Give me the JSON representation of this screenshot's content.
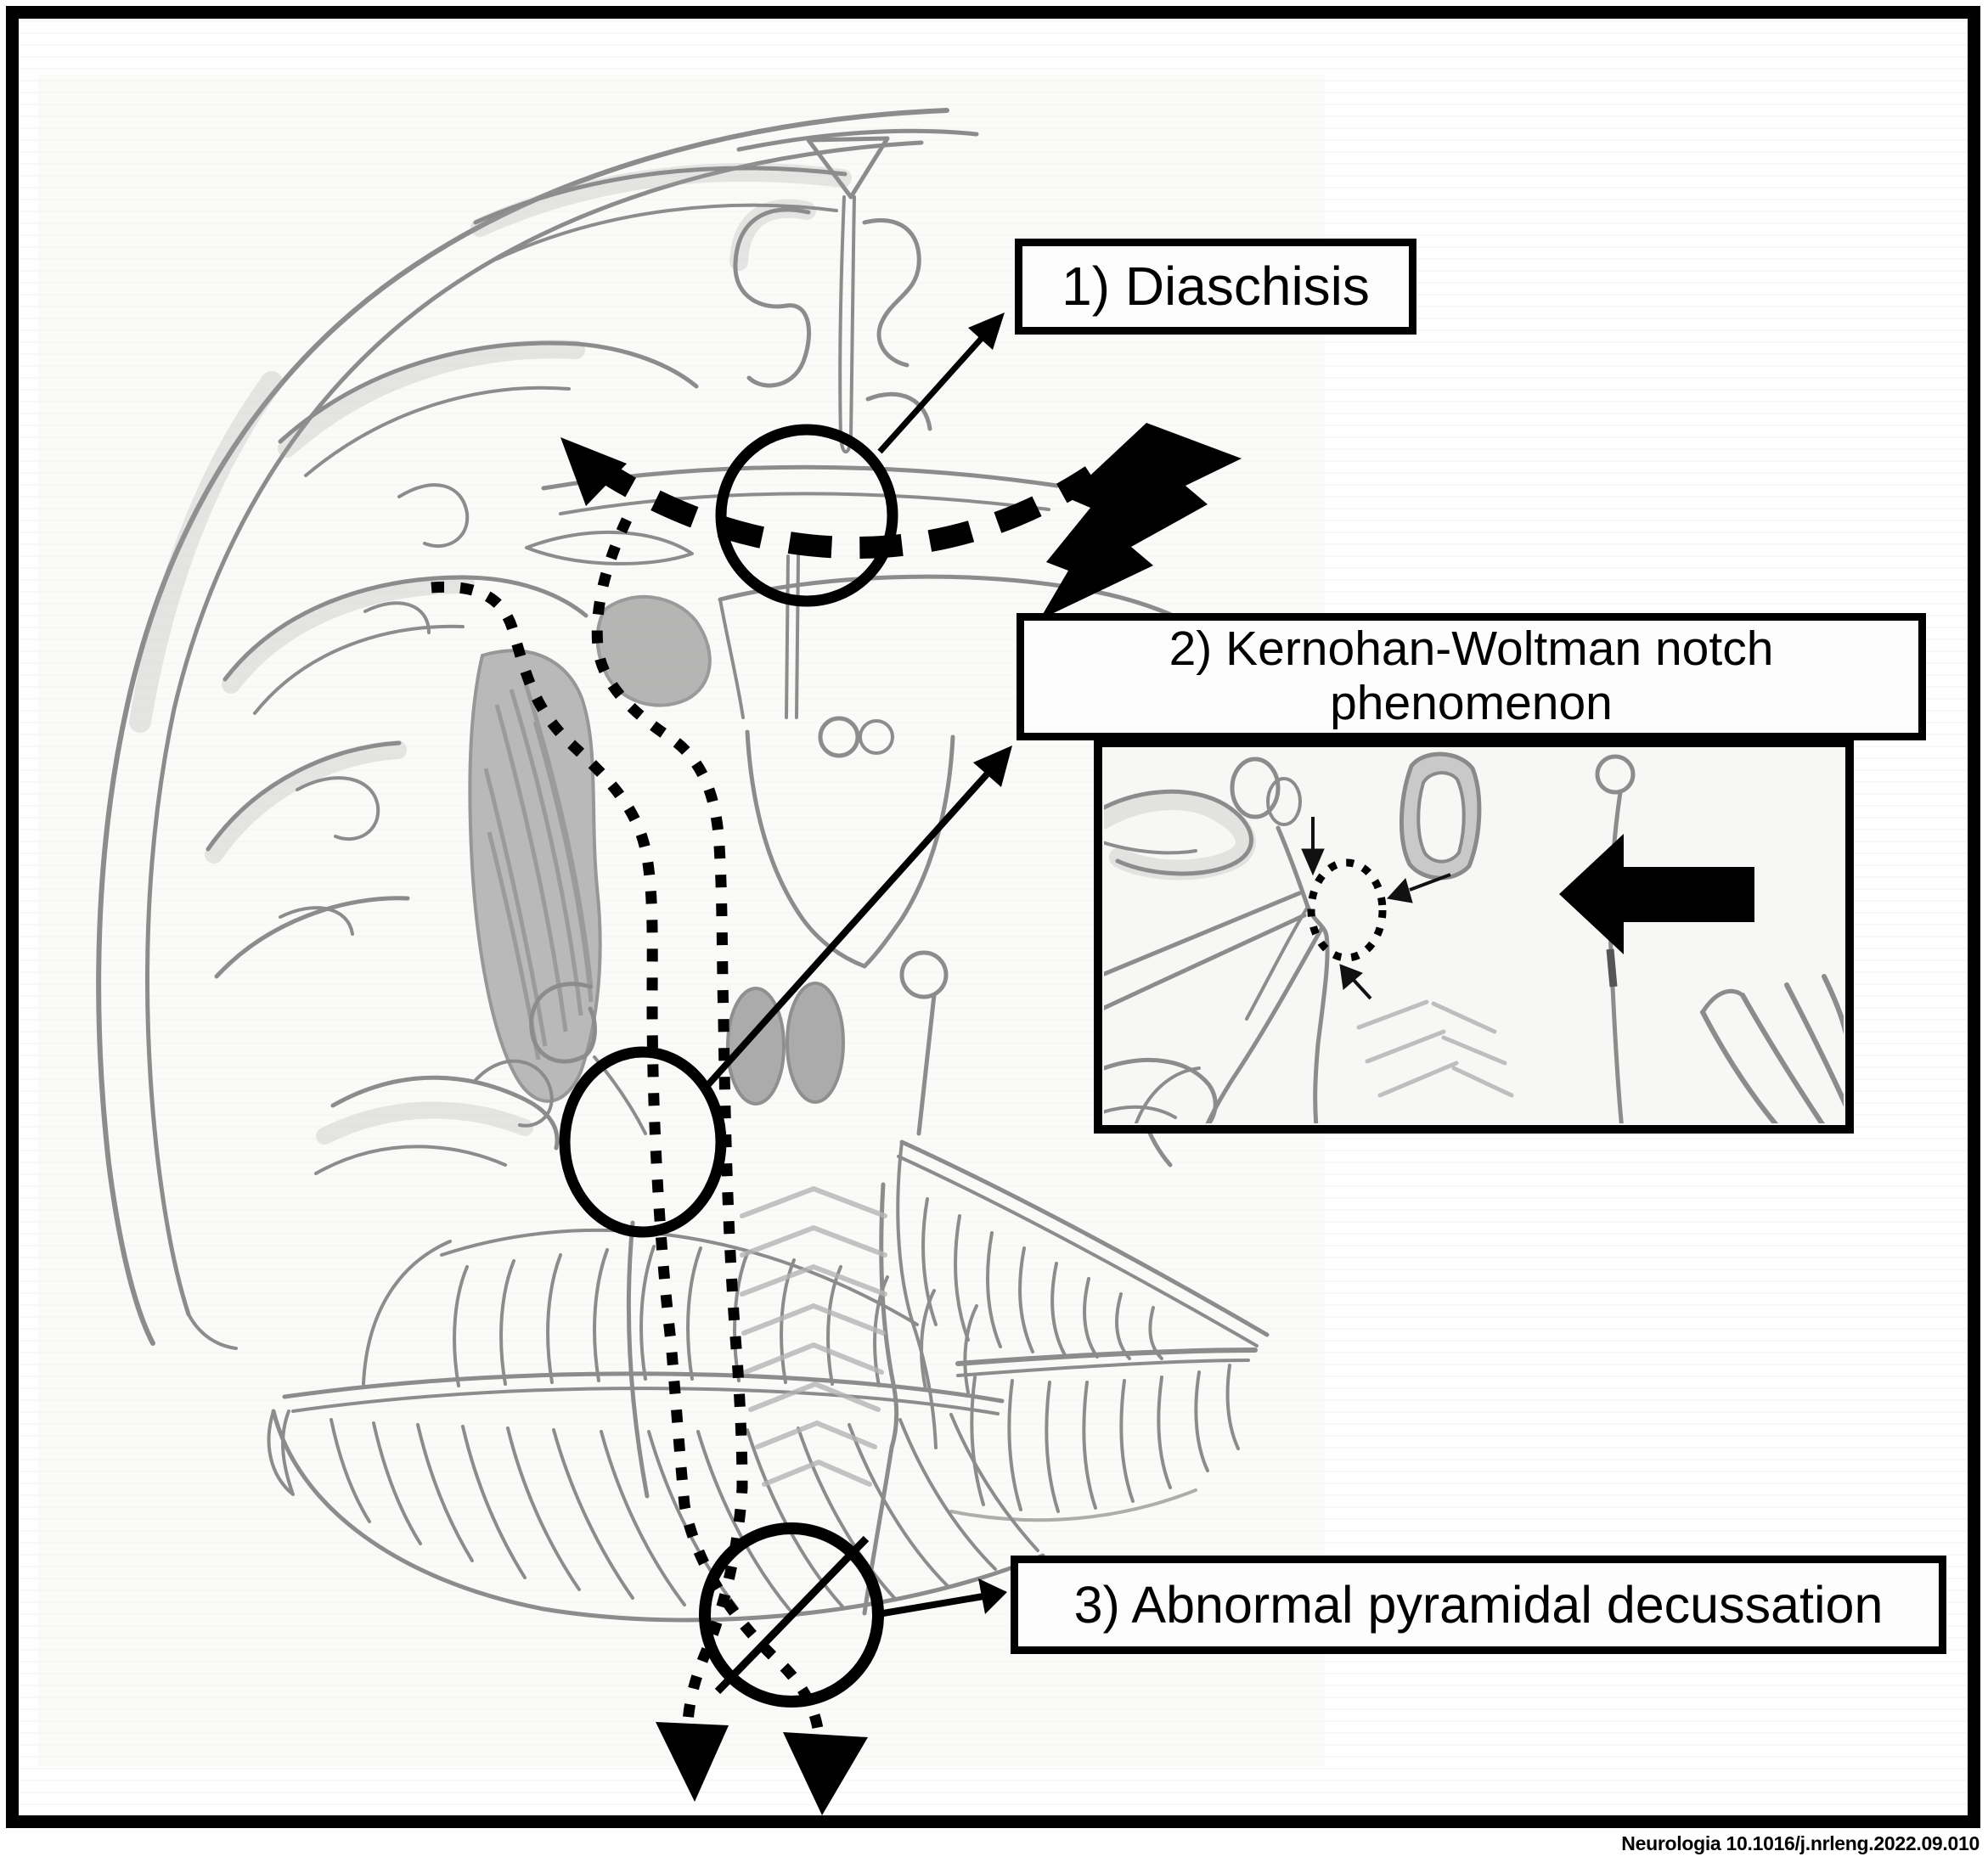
{
  "annotations": {
    "label1": "1) Diaschisis",
    "label2_line1": "2) Kernohan-Woltman notch",
    "label2_line2": "phenomenon",
    "label3": "3) Abnormal pyramidal decussation"
  },
  "footer": {
    "citation": "Neurologia 10.1016/j.nrleng.2022.09.010"
  },
  "icons": {
    "lightning_bolt": "lightning-bolt",
    "dashed_curved_arrow": "dashed-curved-arrow",
    "dotted_tract": "dotted-pathway",
    "down_arrowheads": "double-down-arrows",
    "big_left_arrow": "solid-left-arrow",
    "notch_dotted_circle": "dotted-circle",
    "highlight_circles": "annotation-circles"
  },
  "colors": {
    "ink": "#000000",
    "pencil": "#8c8c8c",
    "paper": "#f5f5f2",
    "background": "#ffffff"
  }
}
